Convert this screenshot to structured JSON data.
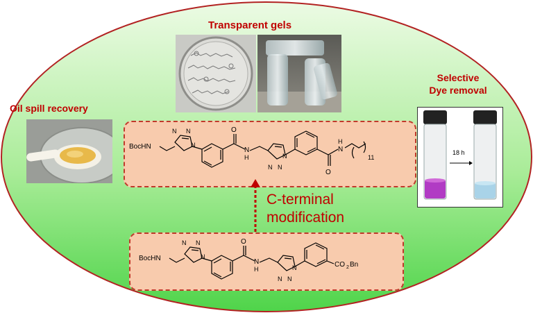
{
  "titles": {
    "transparent_gels": "Transparent gels",
    "oil_spill": "Oil spill recovery",
    "selective_line1": "Selective",
    "selective_line2": "Dye removal",
    "c_terminal_line1": "C-terminal",
    "c_terminal_line2": "modification"
  },
  "dye_removal": {
    "time_label": "18 h"
  },
  "molecule_top": {
    "boc_label": "BocHN",
    "nh_label": "H",
    "n_label": "N",
    "chain_subscript": "11"
  },
  "molecule_bottom": {
    "boc_label": "BocHN",
    "nh_label": "H",
    "n_label": "N",
    "ester_label": "CO",
    "ester_subscript": "2",
    "ester_suffix": "Bn"
  },
  "atoms": {
    "oxygen": "O",
    "nitrogen": "N",
    "hydrogen_n": "N",
    "h": "H"
  },
  "colors": {
    "ellipse_fill_top": "#d6f7c4",
    "ellipse_fill_bottom": "#4fd44a",
    "ellipse_stroke": "#b22222",
    "box_fill": "#f8cbad",
    "box_border": "#c0392b",
    "label_red": "#c00000"
  }
}
